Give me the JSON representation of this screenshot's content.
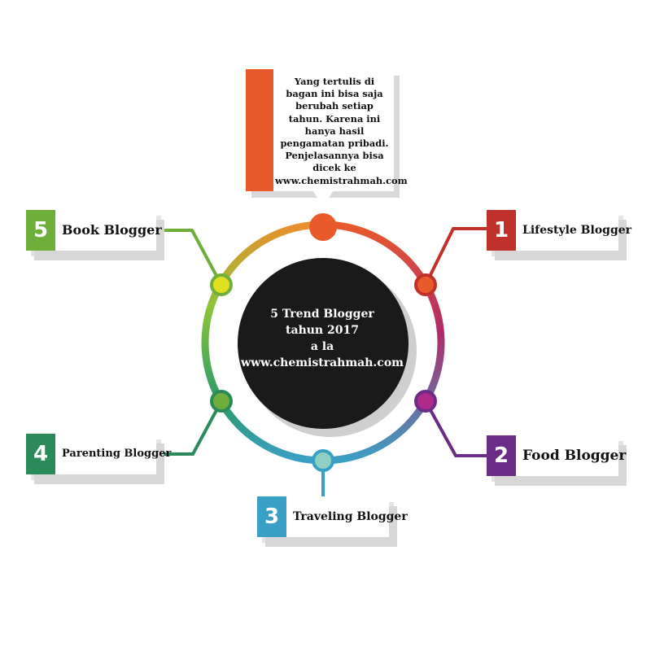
{
  "center": {
    "line1": "5 Trend Blogger",
    "line2": "tahun 2017",
    "line3": "a la",
    "line4": "www.chemistrahmah.com"
  },
  "note": {
    "lines": [
      "Yang tertulis di",
      "bagan ini bisa saja",
      "berubah setiap",
      "tahun. Karena ini",
      "hanya hasil",
      "pengamatan pribadi.",
      "Penjelasannya bisa",
      "dicek ke",
      "www.chemistrahmah.com"
    ],
    "accent": "#e85a2c"
  },
  "items": [
    {
      "number": "1",
      "label": "Lifestyle Blogger",
      "color": "#c0312b"
    },
    {
      "number": "2",
      "label": "Food Blogger",
      "color": "#6a2c86"
    },
    {
      "number": "3",
      "label": "Traveling Blogger",
      "color": "#3a9fc4"
    },
    {
      "number": "4",
      "label": "Parenting Blogger",
      "color": "#2a8a5a"
    },
    {
      "number": "5",
      "label": "Book Blogger",
      "color": "#6fae3a"
    }
  ],
  "colors": {
    "center_circle": "#1a1a1a",
    "top_node": "#e85a2c",
    "node_1": "#e85a2c",
    "node_2": "#b02a8c",
    "node_3": "#8fd0c2",
    "node_4": "#6fae3a",
    "node_5": "#e0e020"
  }
}
